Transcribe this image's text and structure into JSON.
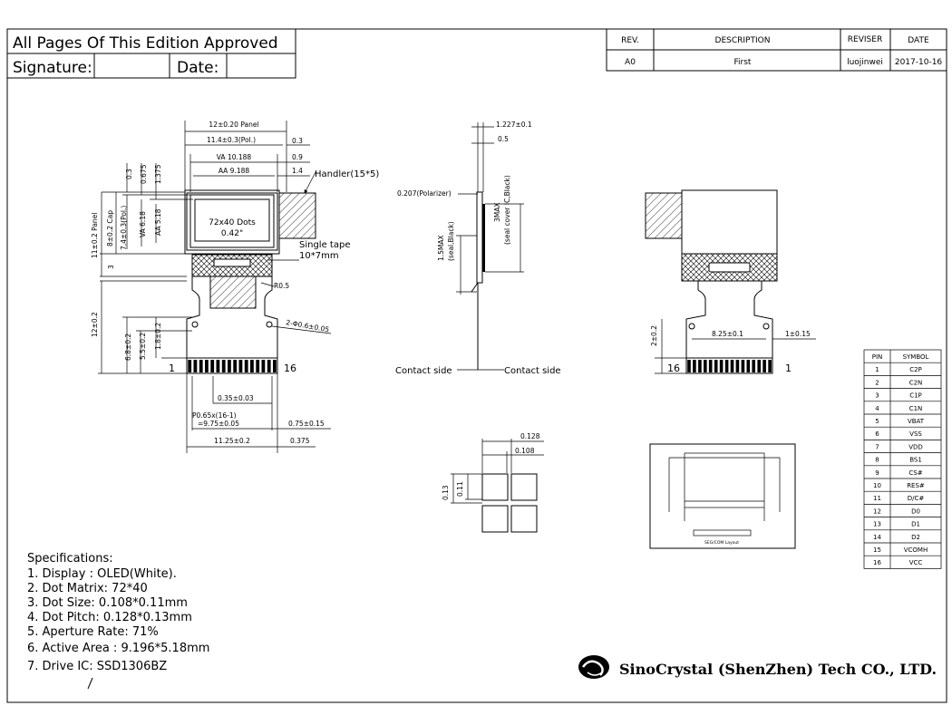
{
  "approval": {
    "line1": "All Pages Of This Edition Approved",
    "signature_label": "Signature:",
    "date_label": "Date:"
  },
  "revision_table": {
    "headers": [
      "REV.",
      "DESCRIPTION",
      "REVISER",
      "DATE"
    ],
    "row": [
      "A0",
      "First",
      "luojinwei",
      "2017-10-16"
    ]
  },
  "front_view": {
    "panel_width": "12±0.20 Panel",
    "pol_width": "11.4±0.3(Pol.)",
    "va_width": "VA 10.188",
    "aa_width": "AA 9.188",
    "dim_03": "0.3",
    "dim_09": "0.9",
    "dim_14": "1.4",
    "dim_v_03": "0.3",
    "dim_v_0675": "0.675",
    "dim_v_1375": "1.375",
    "panel_height": "11±0.2 Panel",
    "cap_height": "8±0.2 Cap",
    "pol_height": "7.4±0.3(Pol.)",
    "va_height": "VA 6.18",
    "aa_height": "AA 5.18",
    "dots": "72x40 Dots",
    "diag": "0.42\"",
    "handler": "Handler(15*5)",
    "tape_1": "Single tape",
    "tape_2": "10*7mm",
    "dim_3": "3",
    "r05": "R0.5",
    "holes": "2-Φ0.6±0.05",
    "fpc_height": "12±0.2",
    "dim_68": "6.8±0.2",
    "dim_55": "5.5±0.2",
    "dim_18": "1.8±0.2",
    "pin_1": "1",
    "pin_16": "16",
    "pin_width": "0.35±0.03",
    "pitch": "P0.65x(16-1)",
    "pitch_total": "=9.75±0.05",
    "dim_075": "0.75±0.15",
    "fpc_width": "11.25±0.2",
    "dim_0375": "0.375"
  },
  "side_view": {
    "d1": "1.227±0.1",
    "d2": "0.5",
    "polarizer": "0.207(Polarizer)",
    "ic_1": "3MAX",
    "ic_2": "(seal cover IC,Black)",
    "seal_1": "1.5MAX",
    "seal_2": "(seal,Black)",
    "contact_left": "Contact side",
    "contact_right": "Contact side"
  },
  "back_view": {
    "d_20": "2±0.2",
    "d_825": "8.25±0.1",
    "d_1": "1±0.15",
    "pin_16": "16",
    "pin_1": "1"
  },
  "dot_detail": {
    "d0128": "0.128",
    "d0108": "0.108",
    "d013": "0.13",
    "d011": "0.11"
  },
  "layout_caption": "SEG/COM Layout",
  "pin_table": {
    "headers": [
      "PIN",
      "SYMBOL"
    ],
    "rows": [
      [
        "1",
        "C2P"
      ],
      [
        "2",
        "C2N"
      ],
      [
        "3",
        "C1P"
      ],
      [
        "4",
        "C1N"
      ],
      [
        "5",
        "VBAT"
      ],
      [
        "6",
        "VSS"
      ],
      [
        "7",
        "VDD"
      ],
      [
        "8",
        "BS1"
      ],
      [
        "9",
        "CS#"
      ],
      [
        "10",
        "RES#"
      ],
      [
        "11",
        "D/C#"
      ],
      [
        "12",
        "D0"
      ],
      [
        "13",
        "D1"
      ],
      [
        "14",
        "D2"
      ],
      [
        "15",
        "VCOMH"
      ],
      [
        "16",
        "VCC"
      ]
    ]
  },
  "specifications": {
    "title": "Specifications:",
    "items": [
      "1. Display :  OLED(White).",
      "2. Dot Matrix:  72*40",
      "3. Dot Size:  0.108*0.11mm",
      "4. Dot Pitch:  0.128*0.13mm",
      "5. Aperture Rate:  71%",
      "6. Active Area : 9.196*5.18mm",
      "7. Drive IC: SSD1306BZ"
    ]
  },
  "company": "SinoCrystal (ShenZhen) Tech CO., LTD."
}
